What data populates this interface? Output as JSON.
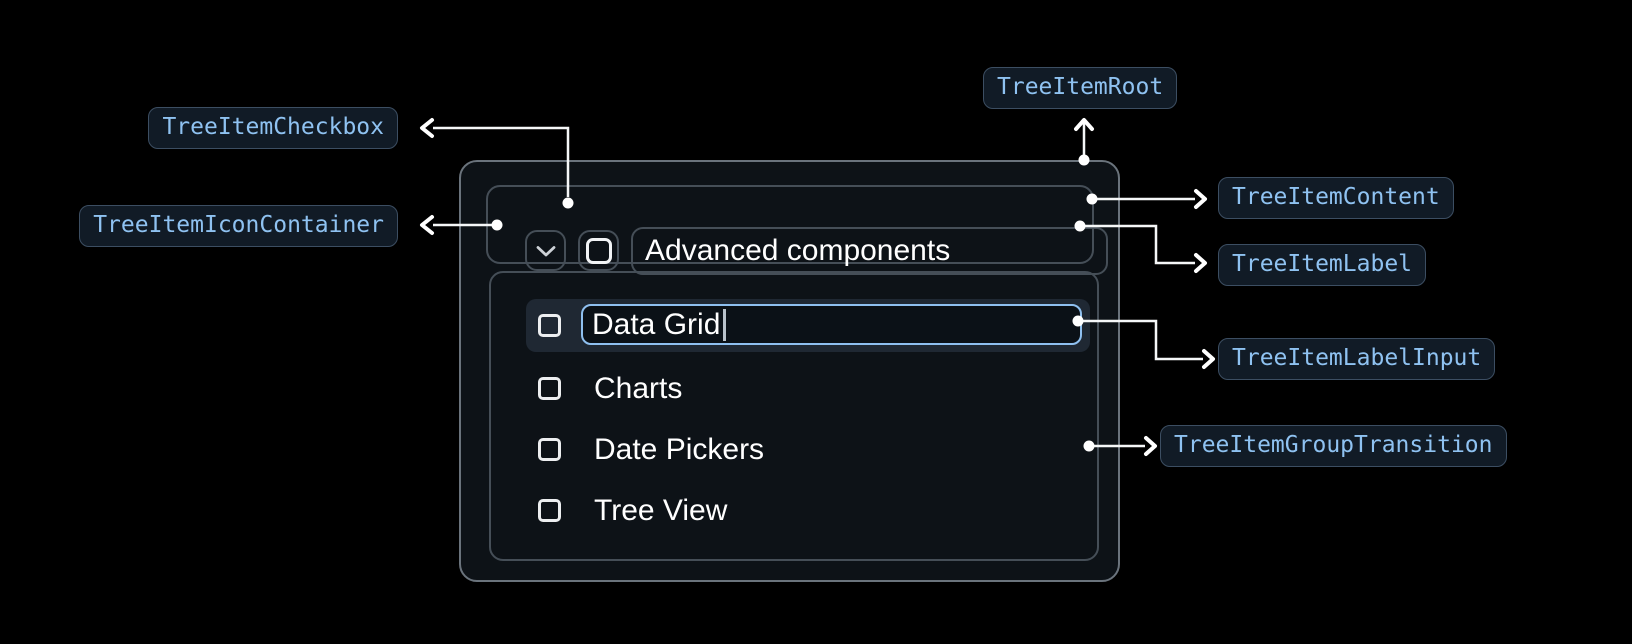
{
  "badges": {
    "root": {
      "label": "TreeItemRoot"
    },
    "checkbox": {
      "label": "TreeItemCheckbox"
    },
    "icon_container": {
      "label": "TreeItemIconContainer"
    },
    "content": {
      "label": "TreeItemContent"
    },
    "label": {
      "label": "TreeItemLabel"
    },
    "label_input": {
      "label": "TreeItemLabelInput"
    },
    "group_transition": {
      "label": "TreeItemGroupTransition"
    }
  },
  "tree_item": {
    "parent_label": "Advanced components",
    "editing_item": {
      "value": "Data Grid"
    },
    "children": [
      "Charts",
      "Date Pickers",
      "Tree View"
    ]
  },
  "icons": {
    "expand": "chevron-down",
    "checkbox": "checkbox-unchecked"
  },
  "colors": {
    "badge_text": "#8fc2f1",
    "badge_background": "#111b26",
    "input_border": "#8fc0f0",
    "selected_row_background": "#1f2833",
    "connector": "#f5f7f8"
  }
}
